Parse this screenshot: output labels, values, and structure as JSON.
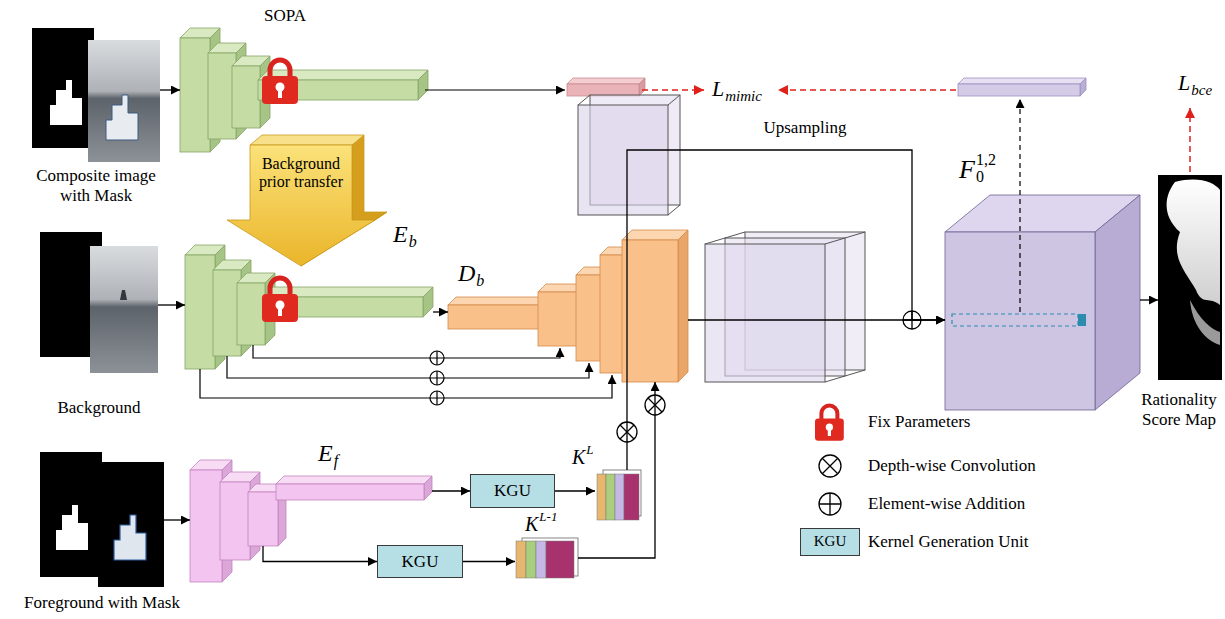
{
  "diagram": {
    "nodes": [
      {
        "text": [
          "Composite image with Mask"
        ]
      },
      {
        "text": [
          "SOPA"
        ]
      },
      {
        "text": [
          "Background prior transfer"
        ]
      },
      {
        "text": [
          "Background"
        ]
      },
      {
        "text": [
          "E",
          "b"
        ]
      },
      {
        "text": [
          "D",
          "b"
        ]
      },
      {
        "text": [
          "Foreground with Mask"
        ]
      },
      {
        "text": [
          "E",
          "f"
        ]
      },
      {
        "text": [
          "KGU"
        ]
      },
      {
        "text": [
          "K",
          "L"
        ]
      },
      {
        "text": [
          "KGU"
        ]
      },
      {
        "text": [
          "K",
          "L-1"
        ]
      },
      {
        "text": [
          "F",
          "0",
          "1,2"
        ]
      },
      {
        "text": [
          "Rationality Score Map"
        ]
      }
    ],
    "edges": [
      {
        "from": 0,
        "to": 1,
        "arrow": "to"
      },
      {
        "from": 3,
        "to": 4,
        "arrow": "to"
      },
      {
        "from": 4,
        "to": 5,
        "arrow": "to"
      },
      {
        "from": 6,
        "to": 7,
        "arrow": "to"
      },
      {
        "from": 7,
        "to": 8,
        "arrow": "to"
      },
      {
        "from": 7,
        "to": 10,
        "arrow": "to"
      },
      {
        "from": 8,
        "to": 9,
        "arrow": "to"
      },
      {
        "from": 10,
        "to": 11,
        "arrow": "to"
      },
      {
        "from": 9,
        "to": 12,
        "label": "Upsampling",
        "arrow": "to"
      },
      {
        "from": 11,
        "to": 5,
        "arrow": "to"
      },
      {
        "from": 5,
        "to": 12,
        "arrow": "to"
      },
      {
        "from": 12,
        "to": 13,
        "arrow": "to"
      }
    ],
    "labels": [
      "L",
      "mimic",
      "L",
      "bce",
      "KGU"
    ],
    "legend": [
      {
        "text": "Fix Parameters"
      },
      {
        "text": "Depth-wise Convolution"
      },
      {
        "text": "Element-wise Addition"
      },
      {
        "text": "Kernel Generation Unit"
      }
    ]
  }
}
